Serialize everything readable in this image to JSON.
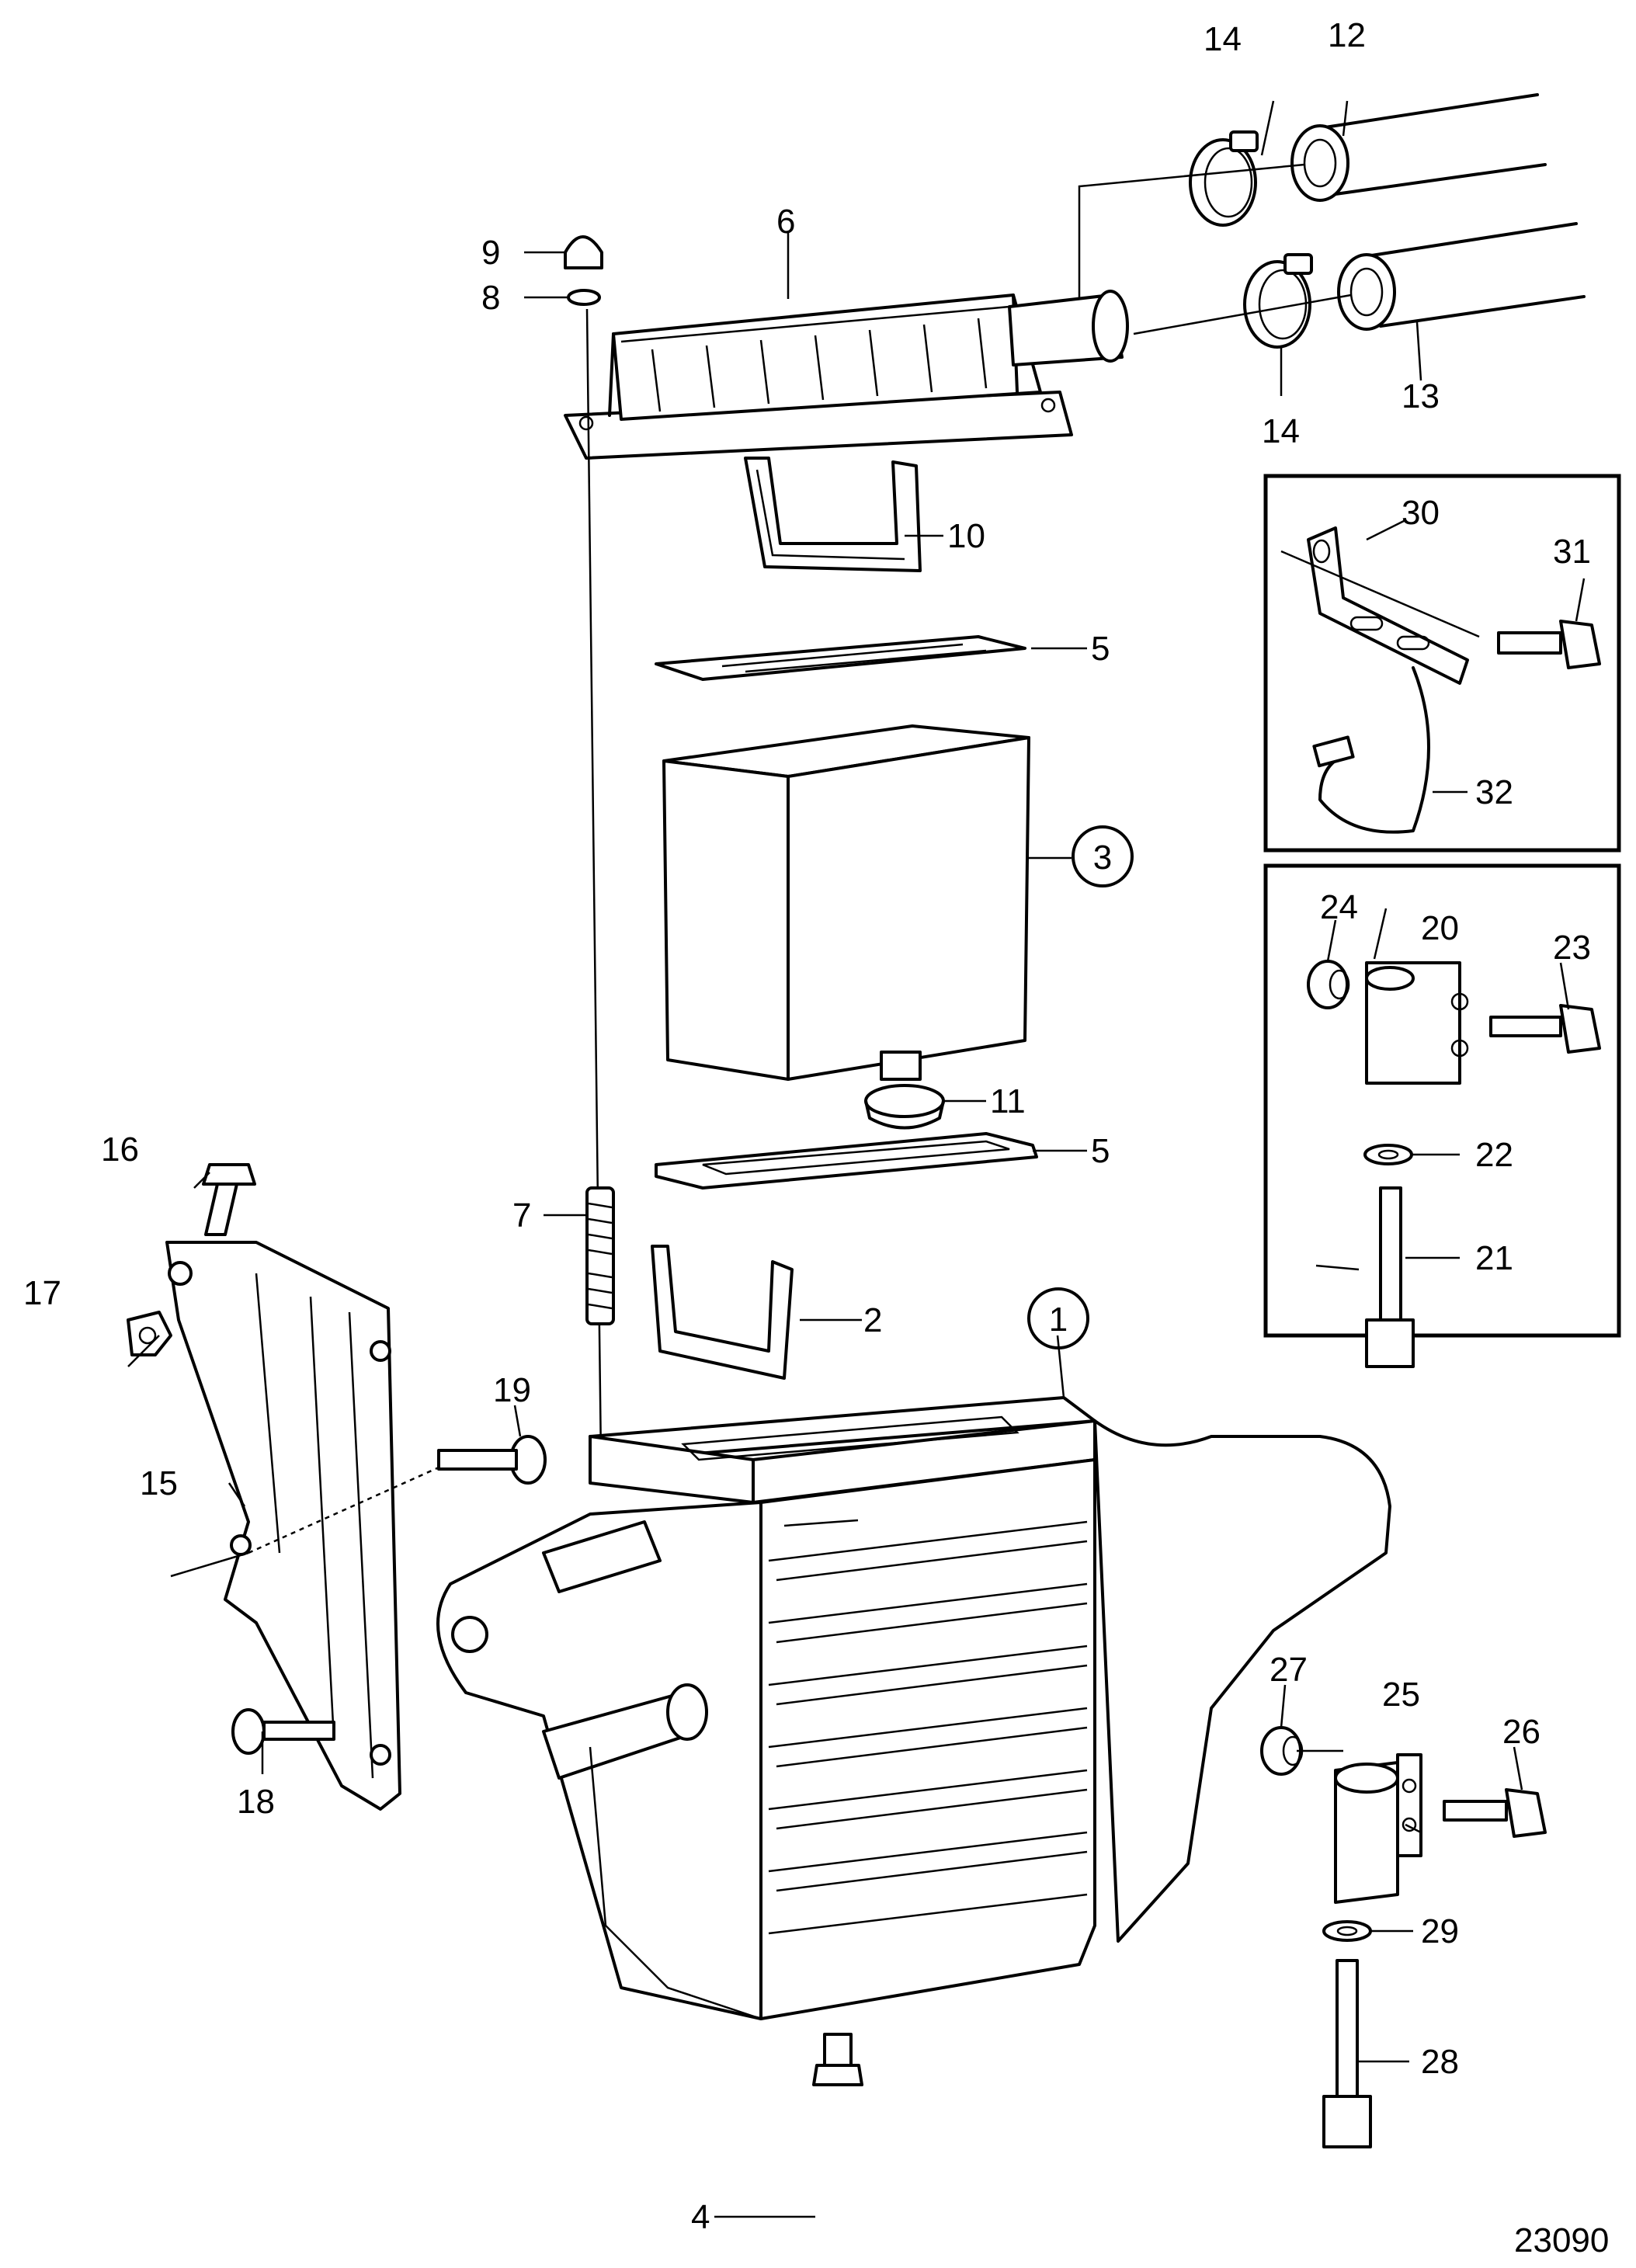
{
  "figure_number": "23090",
  "labels": {
    "l1": "1",
    "l2": "2",
    "l3": "3",
    "l4": "4",
    "l5a": "5",
    "l5b": "5",
    "l6": "6",
    "l7": "7",
    "l8": "8",
    "l9": "9",
    "l10": "10",
    "l11": "11",
    "l12": "12",
    "l13": "13",
    "l14a": "14",
    "l14b": "14",
    "l15": "15",
    "l16": "16",
    "l17": "17",
    "l18": "18",
    "l19": "19",
    "l20": "20",
    "l21": "21",
    "l22": "22",
    "l23": "23",
    "l24": "24",
    "l25": "25",
    "l26": "26",
    "l27": "27",
    "l28": "28",
    "l29": "29",
    "l30": "30",
    "l31": "31",
    "l32": "32"
  }
}
